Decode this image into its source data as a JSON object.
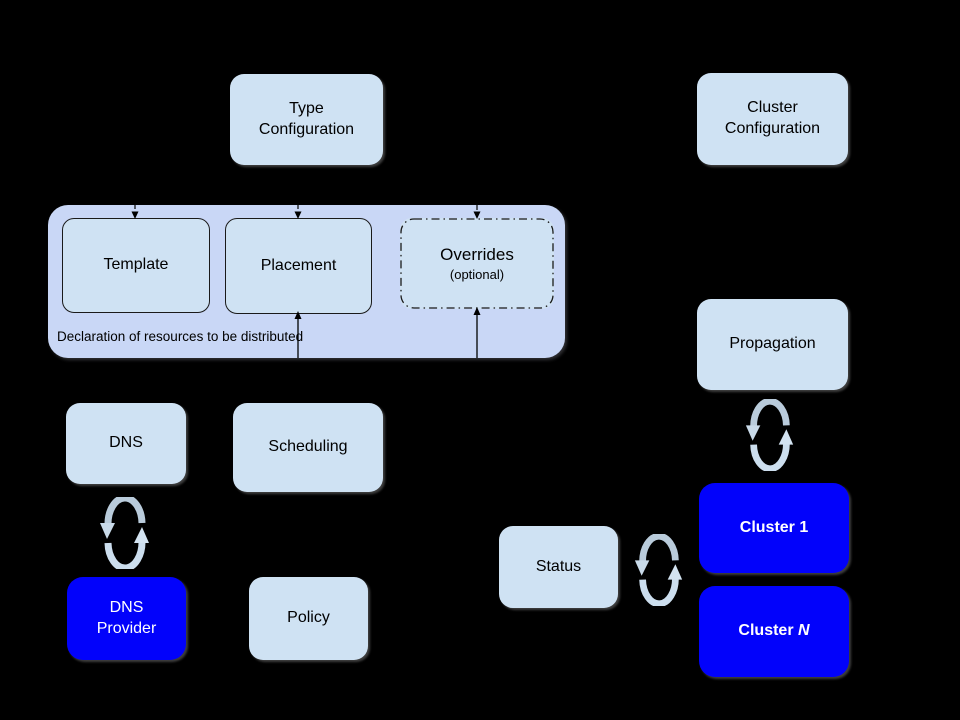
{
  "diagram": {
    "colors": {
      "background": "#000000",
      "node_fill": "#cfe2f3",
      "group_fill": "#c9d7f6",
      "cluster_fill": "#0202fb",
      "node_text": "#000000",
      "cluster_text": "#ffffff",
      "sync_icon_top_arc": "#b9cbdb",
      "sync_icon_bottom_arc": "#ccdeee"
    },
    "icons": {
      "sync": "sync-cycle-icon"
    },
    "nodes": {
      "type_configuration": {
        "label": "Type\nConfiguration"
      },
      "cluster_configuration": {
        "label": "Cluster\nConfiguration"
      },
      "template": {
        "label": "Template"
      },
      "placement": {
        "label": "Placement"
      },
      "overrides": {
        "label": "Overrides",
        "sublabel": "(optional)"
      },
      "group_caption": "Declaration of resources to be distributed",
      "dns": {
        "label": "DNS"
      },
      "scheduling": {
        "label": "Scheduling"
      },
      "dns_provider": {
        "label": "DNS\nProvider"
      },
      "policy": {
        "label": "Policy"
      },
      "status": {
        "label": "Status"
      },
      "propagation": {
        "label": "Propagation"
      },
      "cluster_1": {
        "label": "Cluster 1"
      },
      "cluster_n": {
        "prefix": "Cluster ",
        "suffix": "N"
      }
    }
  }
}
